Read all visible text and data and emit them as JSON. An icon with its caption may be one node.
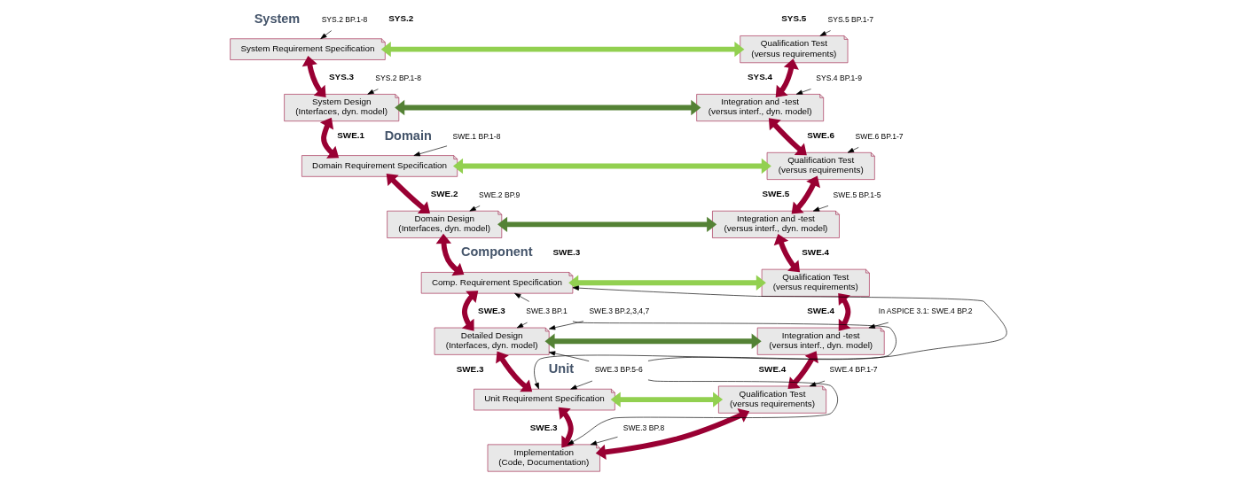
{
  "diagram": {
    "nodes": [
      {
        "text": [
          "System Requirement Specification"
        ]
      },
      {
        "text": [
          "Qualification Test",
          "(versus requirements)"
        ]
      },
      {
        "text": [
          "System Design",
          "(Interfaces, dyn. model)"
        ]
      },
      {
        "text": [
          "Integration and -test",
          "(versus interf., dyn. model)"
        ]
      },
      {
        "text": [
          "Domain Requirement Specification"
        ]
      },
      {
        "text": [
          "Qualification Test",
          "(versus requirements)"
        ]
      },
      {
        "text": [
          "Domain Design",
          "(Interfaces, dyn. model)"
        ]
      },
      {
        "text": [
          "Integration and -test",
          "(versus interf., dyn. model)"
        ]
      },
      {
        "text": [
          "Comp. Requirement Specification"
        ]
      },
      {
        "text": [
          "Qualification Test",
          "(versus requirements)"
        ]
      },
      {
        "text": [
          "Detailed Design",
          "(Interfaces, dyn. model)"
        ]
      },
      {
        "text": [
          "Integration and -test",
          "(versus interf., dyn. model)"
        ]
      },
      {
        "text": [
          "Unit Requirement Specification"
        ]
      },
      {
        "text": [
          "Qualification Test",
          "(versus requirements)"
        ]
      },
      {
        "text": [
          "Implementation",
          "(Code, Documentation)"
        ]
      },
      {
        "text": [
          "SYS.2 BP.1-8"
        ]
      },
      {
        "text": [
          "SYS.5 BP.1-7"
        ]
      },
      {
        "text": [
          "SYS.4 BP.1-9"
        ]
      },
      {
        "text": [
          "SYS.2 BP.1-8"
        ]
      },
      {
        "text": [
          "SWE.1 BP.1-8"
        ]
      },
      {
        "text": [
          "SWE.6 BP.1-7"
        ]
      },
      {
        "text": [
          "SWE.5 BP.1-5"
        ]
      },
      {
        "text": [
          "SWE.2 BP.9"
        ]
      },
      {
        "text": [
          "In ASPICE 3.1: SWE.4 BP.2"
        ]
      },
      {
        "text": [
          "SWE.3 BP.1"
        ]
      },
      {
        "text": [
          "SWE.3 BP.2,3,4,7"
        ]
      },
      {
        "text": [
          "SWE.4 BP.1-7"
        ]
      },
      {
        "text": [
          "SWE.3 BP.5-6"
        ]
      },
      {
        "text": [
          "SWE.3 BP.8"
        ]
      }
    ],
    "edges": [
      {
        "from": 0,
        "to": 1,
        "arrow": "both",
        "color": "#92d050"
      },
      {
        "from": 2,
        "to": 3,
        "arrow": "both",
        "color": "#548235"
      },
      {
        "from": 4,
        "to": 5,
        "arrow": "both",
        "color": "#92d050"
      },
      {
        "from": 6,
        "to": 7,
        "arrow": "both",
        "color": "#548235"
      },
      {
        "from": 8,
        "to": 9,
        "arrow": "both",
        "color": "#92d050"
      },
      {
        "from": 10,
        "to": 11,
        "arrow": "both",
        "color": "#548235"
      },
      {
        "from": 12,
        "to": 13,
        "arrow": "both",
        "color": "#92d050"
      },
      {
        "from": 0,
        "to": 2,
        "arrow": "both",
        "color": "#990033"
      },
      {
        "from": 2,
        "to": 4,
        "arrow": "both",
        "color": "#990033"
      },
      {
        "from": 4,
        "to": 6,
        "arrow": "both",
        "color": "#990033"
      },
      {
        "from": 6,
        "to": 8,
        "arrow": "both",
        "color": "#990033"
      },
      {
        "from": 8,
        "to": 10,
        "arrow": "both",
        "color": "#990033"
      },
      {
        "from": 10,
        "to": 12,
        "arrow": "both",
        "color": "#990033"
      },
      {
        "from": 12,
        "to": 14,
        "arrow": "both",
        "color": "#990033"
      },
      {
        "from": 1,
        "to": 3,
        "arrow": "both",
        "color": "#990033"
      },
      {
        "from": 3,
        "to": 5,
        "arrow": "both",
        "color": "#990033"
      },
      {
        "from": 5,
        "to": 7,
        "arrow": "both",
        "color": "#990033"
      },
      {
        "from": 7,
        "to": 9,
        "arrow": "both",
        "color": "#990033"
      },
      {
        "from": 9,
        "to": 11,
        "arrow": "both",
        "color": "#990033"
      },
      {
        "from": 11,
        "to": 13,
        "arrow": "both",
        "color": "#990033"
      },
      {
        "from": 13,
        "to": 14,
        "arrow": "both",
        "color": "#990033"
      },
      {
        "from": 15,
        "to": 0,
        "arrow": "to"
      },
      {
        "from": 18,
        "to": 2,
        "arrow": "to"
      },
      {
        "from": 19,
        "to": 4,
        "arrow": "to"
      },
      {
        "from": 22,
        "to": 6,
        "arrow": "to"
      },
      {
        "from": 16,
        "to": 1,
        "arrow": "to"
      },
      {
        "from": 17,
        "to": 3,
        "arrow": "to"
      },
      {
        "from": 20,
        "to": 5,
        "arrow": "to"
      },
      {
        "from": 21,
        "to": 7,
        "arrow": "to"
      },
      {
        "from": 23,
        "to": 11,
        "arrow": "to"
      },
      {
        "from": 26,
        "to": 13,
        "arrow": "to"
      },
      {
        "from": 24,
        "to": 8,
        "arrow": "to"
      },
      {
        "from": 24,
        "to": 10,
        "arrow": "to"
      },
      {
        "from": 24,
        "to": 12,
        "arrow": "to"
      },
      {
        "from": 25,
        "to": 10,
        "arrow": "to"
      },
      {
        "from": 27,
        "to": 8,
        "arrow": "to"
      },
      {
        "from": 27,
        "to": 10,
        "arrow": "to"
      },
      {
        "from": 27,
        "to": 12,
        "arrow": "to"
      },
      {
        "from": 27,
        "to": 14,
        "arrow": "to"
      },
      {
        "from": 28,
        "to": 14,
        "arrow": "to"
      }
    ],
    "labels": [
      "System",
      "SYS.2",
      "SYS.5",
      "SYS.3",
      "SYS.4",
      "SWE.1",
      "SWE.6",
      "Domain",
      "SWE.2",
      "SWE.5",
      "SWE.3",
      "SWE.4",
      "Component",
      "SWE.3",
      "SWE.4",
      "SWE.3",
      "SWE.4",
      "Unit",
      "SWE.3"
    ]
  }
}
